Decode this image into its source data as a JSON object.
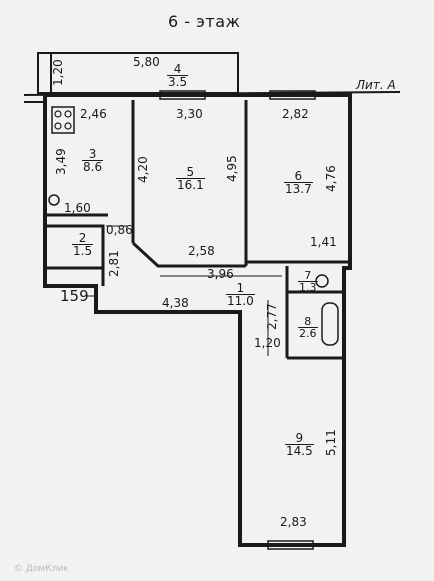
{
  "title": "6 - этаж",
  "lit_label": "Лит. А",
  "ceiling_height": "159",
  "rooms": [
    {
      "num": "4",
      "area": "3.5"
    },
    {
      "num": "3",
      "area": "8.6"
    },
    {
      "num": "5",
      "area": "16.1"
    },
    {
      "num": "6",
      "area": "13.7"
    },
    {
      "num": "2",
      "area": "1.5"
    },
    {
      "num": "1",
      "area": "11.0"
    },
    {
      "num": "7",
      "area": "1.3"
    },
    {
      "num": "8",
      "area": "2.6"
    },
    {
      "num": "9",
      "area": "14.5"
    }
  ],
  "dimensions": {
    "balcony_width": "5,80",
    "balcony_depth": "1,20",
    "kitchen_top": "2,46",
    "kitchen_side": "3,49",
    "kitchen_bottom": "1,60",
    "room5_top": "3,30",
    "room5_left": "4,20",
    "room5_right": "4,95",
    "room5_bottom": "2,58",
    "room6_top": "2,82",
    "room6_right": "4,76",
    "room6_bottom": "1,41",
    "closet_width": "0,86",
    "closet_height": "2,81",
    "hall_top": "3,96",
    "hall_bottom": "4,38",
    "bath_height": "2,77",
    "corridor_width": "1,20",
    "room9_side": "5,11",
    "room9_bottom": "2,83"
  },
  "watermark": "© ДомКлик"
}
